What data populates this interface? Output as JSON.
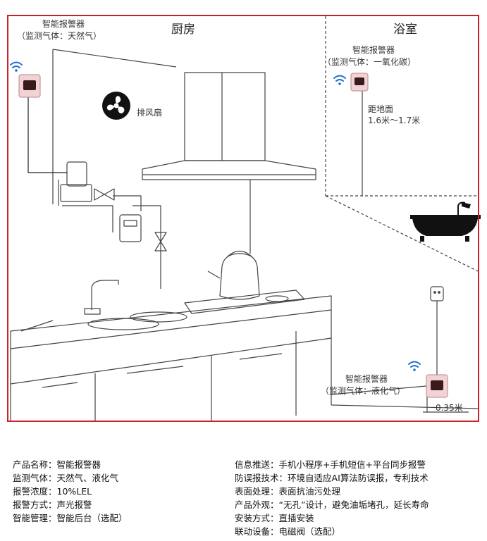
{
  "rooms": {
    "kitchen": "厨房",
    "bathroom": "浴室"
  },
  "alarm_kitchen_natural_gas": {
    "title": "智能报警器",
    "gas": "（监测气体：天然气）"
  },
  "alarm_bathroom_co": {
    "title": "智能报警器",
    "gas": "（监测气体：一氧化碳）"
  },
  "alarm_lpg": {
    "title": "智能报警器",
    "gas": "（监测气体：液化气）"
  },
  "fan_label": "排风扇",
  "bath_height": {
    "line1": "距地面",
    "line2": "1.6米～1.7米"
  },
  "floor_height": "0.35米",
  "specs_left": [
    {
      "key": "产品名称",
      "value": "智能报警器"
    },
    {
      "key": "监测气体",
      "value": "天然气、液化气"
    },
    {
      "key": "报警浓度",
      "value": "10%LEL"
    },
    {
      "key": "报警方式",
      "value": "声光报警"
    },
    {
      "key": "智能管理",
      "value": "智能后台（选配）"
    }
  ],
  "specs_right": [
    {
      "key": "信息推送",
      "value": "手机小程序+手机短信+平台同步报警"
    },
    {
      "key": "防误报技术",
      "value": "环境自适应AI算法防误报，专利技术"
    },
    {
      "key": "表面处理",
      "value": "表面抗油污处理"
    },
    {
      "key": "产品外观",
      "value": "“无孔”设计，避免油垢堵孔，延长寿命"
    },
    {
      "key": "安装方式",
      "value": "直插安装"
    },
    {
      "key": "联动设备",
      "value": "电磁阀（选配）"
    }
  ],
  "spec_separator": "：",
  "colors": {
    "frame": "#c8232c",
    "wifi": "#1f6fd1",
    "alarm_body": "#f1d3d6",
    "alarm_screen": "#3a1a1a"
  },
  "icons": [
    "wifi-icon",
    "fan-icon",
    "shower-icon",
    "socket-icon",
    "valve-icon",
    "gas-meter-icon",
    "kettle-icon",
    "faucet-icon"
  ]
}
